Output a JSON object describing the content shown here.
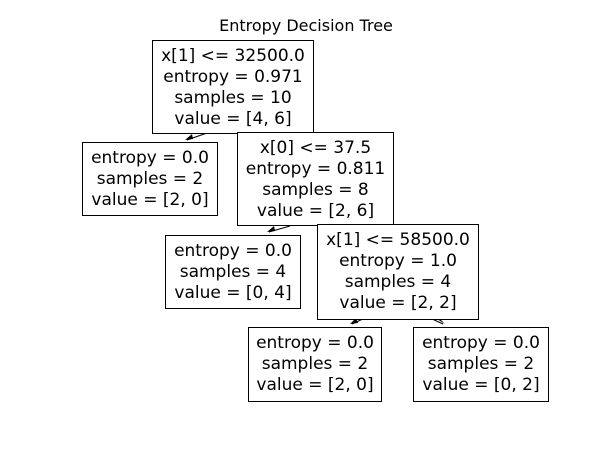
{
  "title": "Entropy Decision Tree",
  "nodes": {
    "root": {
      "split": "x[1] <= 32500.0",
      "entropy": "entropy = 0.971",
      "samples": "samples = 10",
      "value": "value = [4, 6]"
    },
    "left1": {
      "entropy": "entropy = 0.0",
      "samples": "samples = 2",
      "value": "value = [2, 0]"
    },
    "right1": {
      "split": "x[0] <= 37.5",
      "entropy": "entropy = 0.811",
      "samples": "samples = 8",
      "value": "value = [2, 6]"
    },
    "left2": {
      "entropy": "entropy = 0.0",
      "samples": "samples = 4",
      "value": "value = [0, 4]"
    },
    "right2": {
      "split": "x[1] <= 58500.0",
      "entropy": "entropy = 1.0",
      "samples": "samples = 4",
      "value": "value = [2, 2]"
    },
    "left3": {
      "entropy": "entropy = 0.0",
      "samples": "samples = 2",
      "value": "value = [2, 0]"
    },
    "right3": {
      "entropy": "entropy = 0.0",
      "samples": "samples = 2",
      "value": "value = [0, 2]"
    }
  }
}
